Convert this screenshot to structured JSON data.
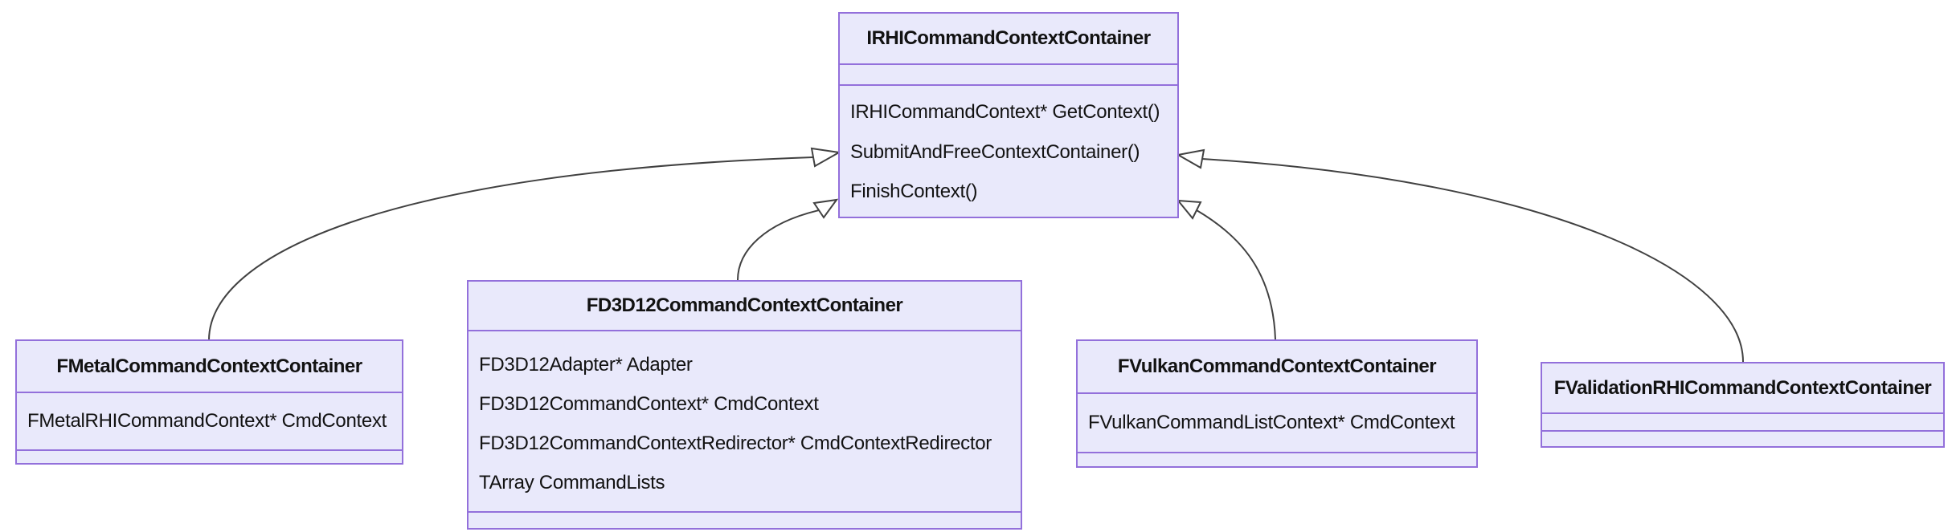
{
  "diagram": {
    "type": "uml-class-diagram",
    "colors": {
      "canvas-bg": "#ffffff",
      "box-fill": "#E9E9FB",
      "box-border": "#9370DB",
      "line": "#414141",
      "text": "#121212"
    }
  },
  "classes": [
    {
      "name": "IRHICommandContextContainer",
      "attributes": [],
      "methods": [
        "IRHICommandContext* GetContext()",
        "SubmitAndFreeContextContainer()",
        "FinishContext()"
      ]
    },
    {
      "name": "FMetalCommandContextContainer",
      "attributes": [
        "FMetalRHICommandContext* CmdContext"
      ],
      "methods": []
    },
    {
      "name": "FD3D12CommandContextContainer",
      "attributes": [
        "FD3D12Adapter* Adapter",
        "FD3D12CommandContext* CmdContext",
        "FD3D12CommandContextRedirector* CmdContextRedirector",
        "TArray CommandLists"
      ],
      "methods": []
    },
    {
      "name": "FVulkanCommandContextContainer",
      "attributes": [
        "FVulkanCommandListContext* CmdContext"
      ],
      "methods": []
    },
    {
      "name": "FValidationRHICommandContextContainer",
      "attributes": [],
      "methods": []
    }
  ],
  "relations": [
    {
      "type": "inheritance",
      "child": "FMetalCommandContextContainer",
      "parent": "IRHICommandContextContainer"
    },
    {
      "type": "inheritance",
      "child": "FD3D12CommandContextContainer",
      "parent": "IRHICommandContextContainer"
    },
    {
      "type": "inheritance",
      "child": "FVulkanCommandContextContainer",
      "parent": "IRHICommandContextContainer"
    },
    {
      "type": "inheritance",
      "child": "FValidationRHICommandContextContainer",
      "parent": "IRHICommandContextContainer"
    }
  ]
}
